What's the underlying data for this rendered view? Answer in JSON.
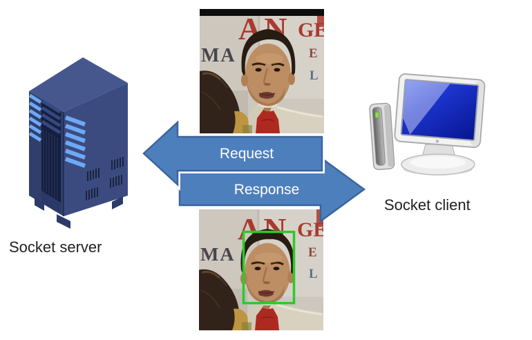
{
  "canvas": {
    "background_color": "#FFFFFF"
  },
  "server": {
    "label": "Socket server"
  },
  "client": {
    "label": "Socket client"
  },
  "arrows": {
    "fill_color": "#4E7FBD",
    "border_color": "#3A649B",
    "label_color": "#FFFFFF",
    "request": {
      "label": "Request",
      "direction": "left"
    },
    "response": {
      "label": "Response",
      "direction": "right"
    }
  },
  "photos": {
    "banner": {
      "top_letters": "AN",
      "partial_letters": "GE",
      "left_letters": "MA",
      "right_letter_1": "E",
      "right_letter_2": "L"
    },
    "bottom": {
      "face_box_color": "#28CC28"
    }
  }
}
